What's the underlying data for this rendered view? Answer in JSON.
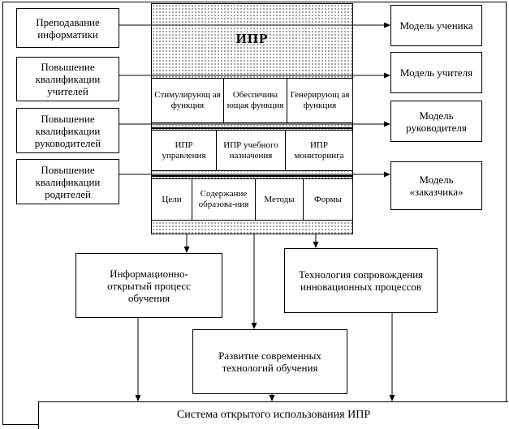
{
  "ipr": {
    "title": "ИПР",
    "functions": [
      "Стимулирующ ая функция",
      "Обеспечива ющая функция",
      "Генерирующ ая функция"
    ],
    "sections": [
      "ИПР управления",
      "ИПР учебного назначения",
      "ИПР мониторинга"
    ],
    "components": [
      "Цели",
      "Содержание образова-ния",
      "Методы",
      "Формы"
    ]
  },
  "left_inputs": [
    "Преподавание информатики",
    "Повышение квалификации учителей",
    "Повышение квалификации руководителей",
    "Повышение квалификации родителей"
  ],
  "right_models": [
    "Модель ученика",
    "Модель учителя",
    "Модель руководителя",
    "Модель «заказчика»"
  ],
  "process_open": "Информационно-открытый процесс обучения",
  "tech_support": "Технология сопровождения инновационных процессов",
  "modern_tech": "Развитие современных технологий обучения",
  "system": "Система открытого использования ИПР"
}
